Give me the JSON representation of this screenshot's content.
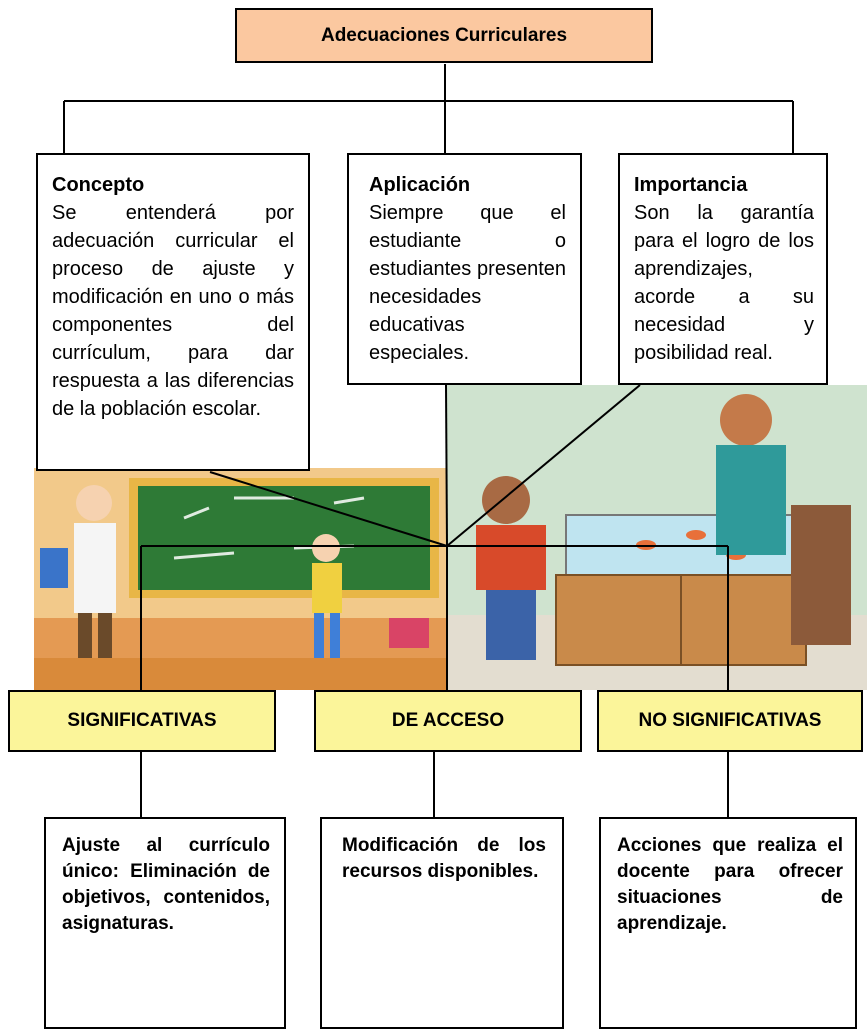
{
  "title": "Adecuaciones Curriculares",
  "colors": {
    "title_fill": "#fbc8a0",
    "category_fill": "#fbf59a",
    "chalkboard": "#2e7a36",
    "board_frame": "#e8b646",
    "wall_left": "#f2c98a",
    "wall_right": "#cfe3cf",
    "cabinet": "#c98a4a",
    "floor_left": "#e49a53"
  },
  "boxes": {
    "concepto": {
      "heading": "Concepto",
      "body": "Se entenderá por adecuación curricular el proceso de ajuste y modificación en uno o más componentes del currículum, para dar respuesta a las diferencias de la población escolar."
    },
    "aplicacion": {
      "heading": "Aplicación",
      "body": "Siempre que el estudiante o estudiantes presenten necesidades educativas especiales."
    },
    "importancia": {
      "heading": "Importancia",
      "body": "Son la garantía para el logro de los aprendizajes, acorde a su necesidad y posibilidad real."
    }
  },
  "categories": {
    "significativas": "SIGNIFICATIVAS",
    "de_acceso": "DE ACCESO",
    "no_significativas": "NO SIGNIFICATIVAS"
  },
  "details": {
    "significativas": "Ajuste al currículo único: Eliminación de objetivos, contenidos, asignaturas.",
    "de_acceso": "Modificación de los recursos disponibles.",
    "no_significativas": "Acciones que realiza el docente para ofrecer situaciones de aprendizaje."
  },
  "illustrations": {
    "left": "teacher-chalkboard-illustration",
    "right": "father-son-aquarium-illustration"
  }
}
